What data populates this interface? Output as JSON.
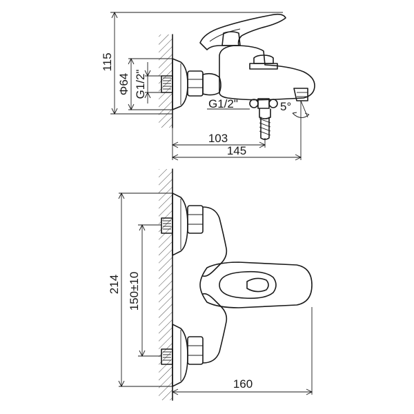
{
  "dimensions": {
    "top_height": "115",
    "pipe_diameter": "Φ64",
    "inlet_thread": "G1/2\"",
    "outlet_thread": "G1/2\"",
    "spout_angle": "5°",
    "depth_small": "103",
    "depth_total": "145",
    "total_height": "214",
    "inlet_spacing": "150±10",
    "front_depth": "160"
  },
  "colors": {
    "line": "#1a1a1a",
    "wall": "#d9d9d9",
    "background": "#ffffff"
  }
}
